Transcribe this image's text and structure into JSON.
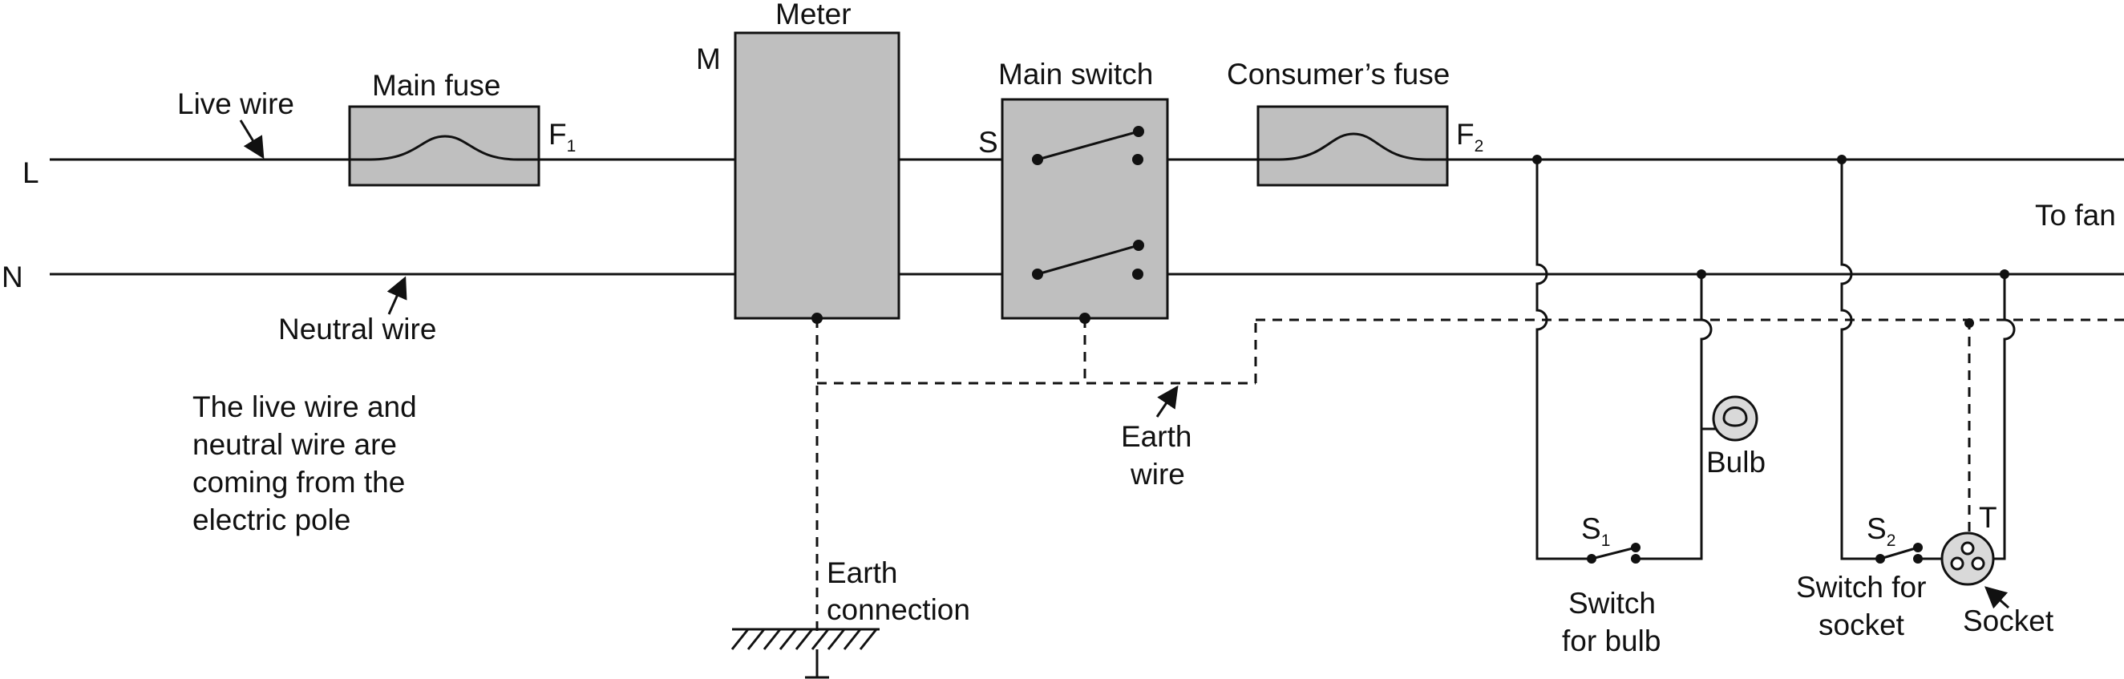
{
  "colors": {
    "ink": "#111111",
    "component_fill": "#bfbfbf",
    "socket_fill": "#d9d9d9",
    "background": "#ffffff"
  },
  "lines": {
    "live_letter": "L",
    "neutral_letter": "N",
    "live_wire": "Live wire",
    "neutral_wire": "Neutral wire"
  },
  "note": [
    "The live wire and",
    "neutral wire are",
    "coming from the",
    "electric pole"
  ],
  "main_fuse": {
    "label": "Main fuse",
    "tag": "F",
    "tag_sub": "1"
  },
  "meter": {
    "label": "Meter",
    "tag": "M"
  },
  "main_switch": {
    "label": "Main switch",
    "tag": "S"
  },
  "consumer_fuse": {
    "label": "Consumer’s fuse",
    "tag": "F",
    "tag_sub": "2"
  },
  "earth_wire": [
    "Earth",
    "wire"
  ],
  "earth_connection": [
    "Earth",
    "connection"
  ],
  "bulb": {
    "label": "Bulb"
  },
  "bulb_switch": {
    "tag": "S",
    "tag_sub": "1",
    "label": [
      "Switch",
      "for bulb"
    ]
  },
  "socket_switch": {
    "tag": "S",
    "tag_sub": "2",
    "label": [
      "Switch for",
      "socket"
    ]
  },
  "socket": {
    "label": "Socket",
    "tag": "T"
  },
  "to_fan": "To fan"
}
